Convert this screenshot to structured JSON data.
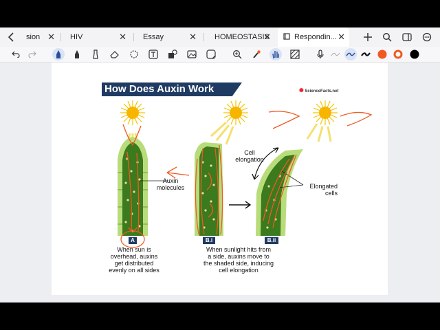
{
  "tabs": [
    {
      "label": "sion"
    },
    {
      "label": "HIV"
    },
    {
      "label": "Essay"
    },
    {
      "label": "HOMEOSTASIS"
    },
    {
      "label": "Respondin..."
    }
  ],
  "colors": {
    "ink_orange": "#f05a22",
    "ink_black": "#000000"
  },
  "page": {
    "title": "How Does Auxin Work",
    "logo_text": "ScienceFacts.net",
    "labels": {
      "auxin": "Auxin\nmolecules",
      "cell_elongation": "Cell\nelongation",
      "elongated_cells": "Elongated\ncells",
      "badge_a": "A",
      "badge_bi": "B.i",
      "badge_bii": "B.ii",
      "caption_a": "When sun is\noverhead, auxins\nget distributed\nevenly on all sides",
      "caption_b": "When sunlight hits from\na side, auxins move to\nthe shaded side, inducing\ncell elongation"
    }
  }
}
